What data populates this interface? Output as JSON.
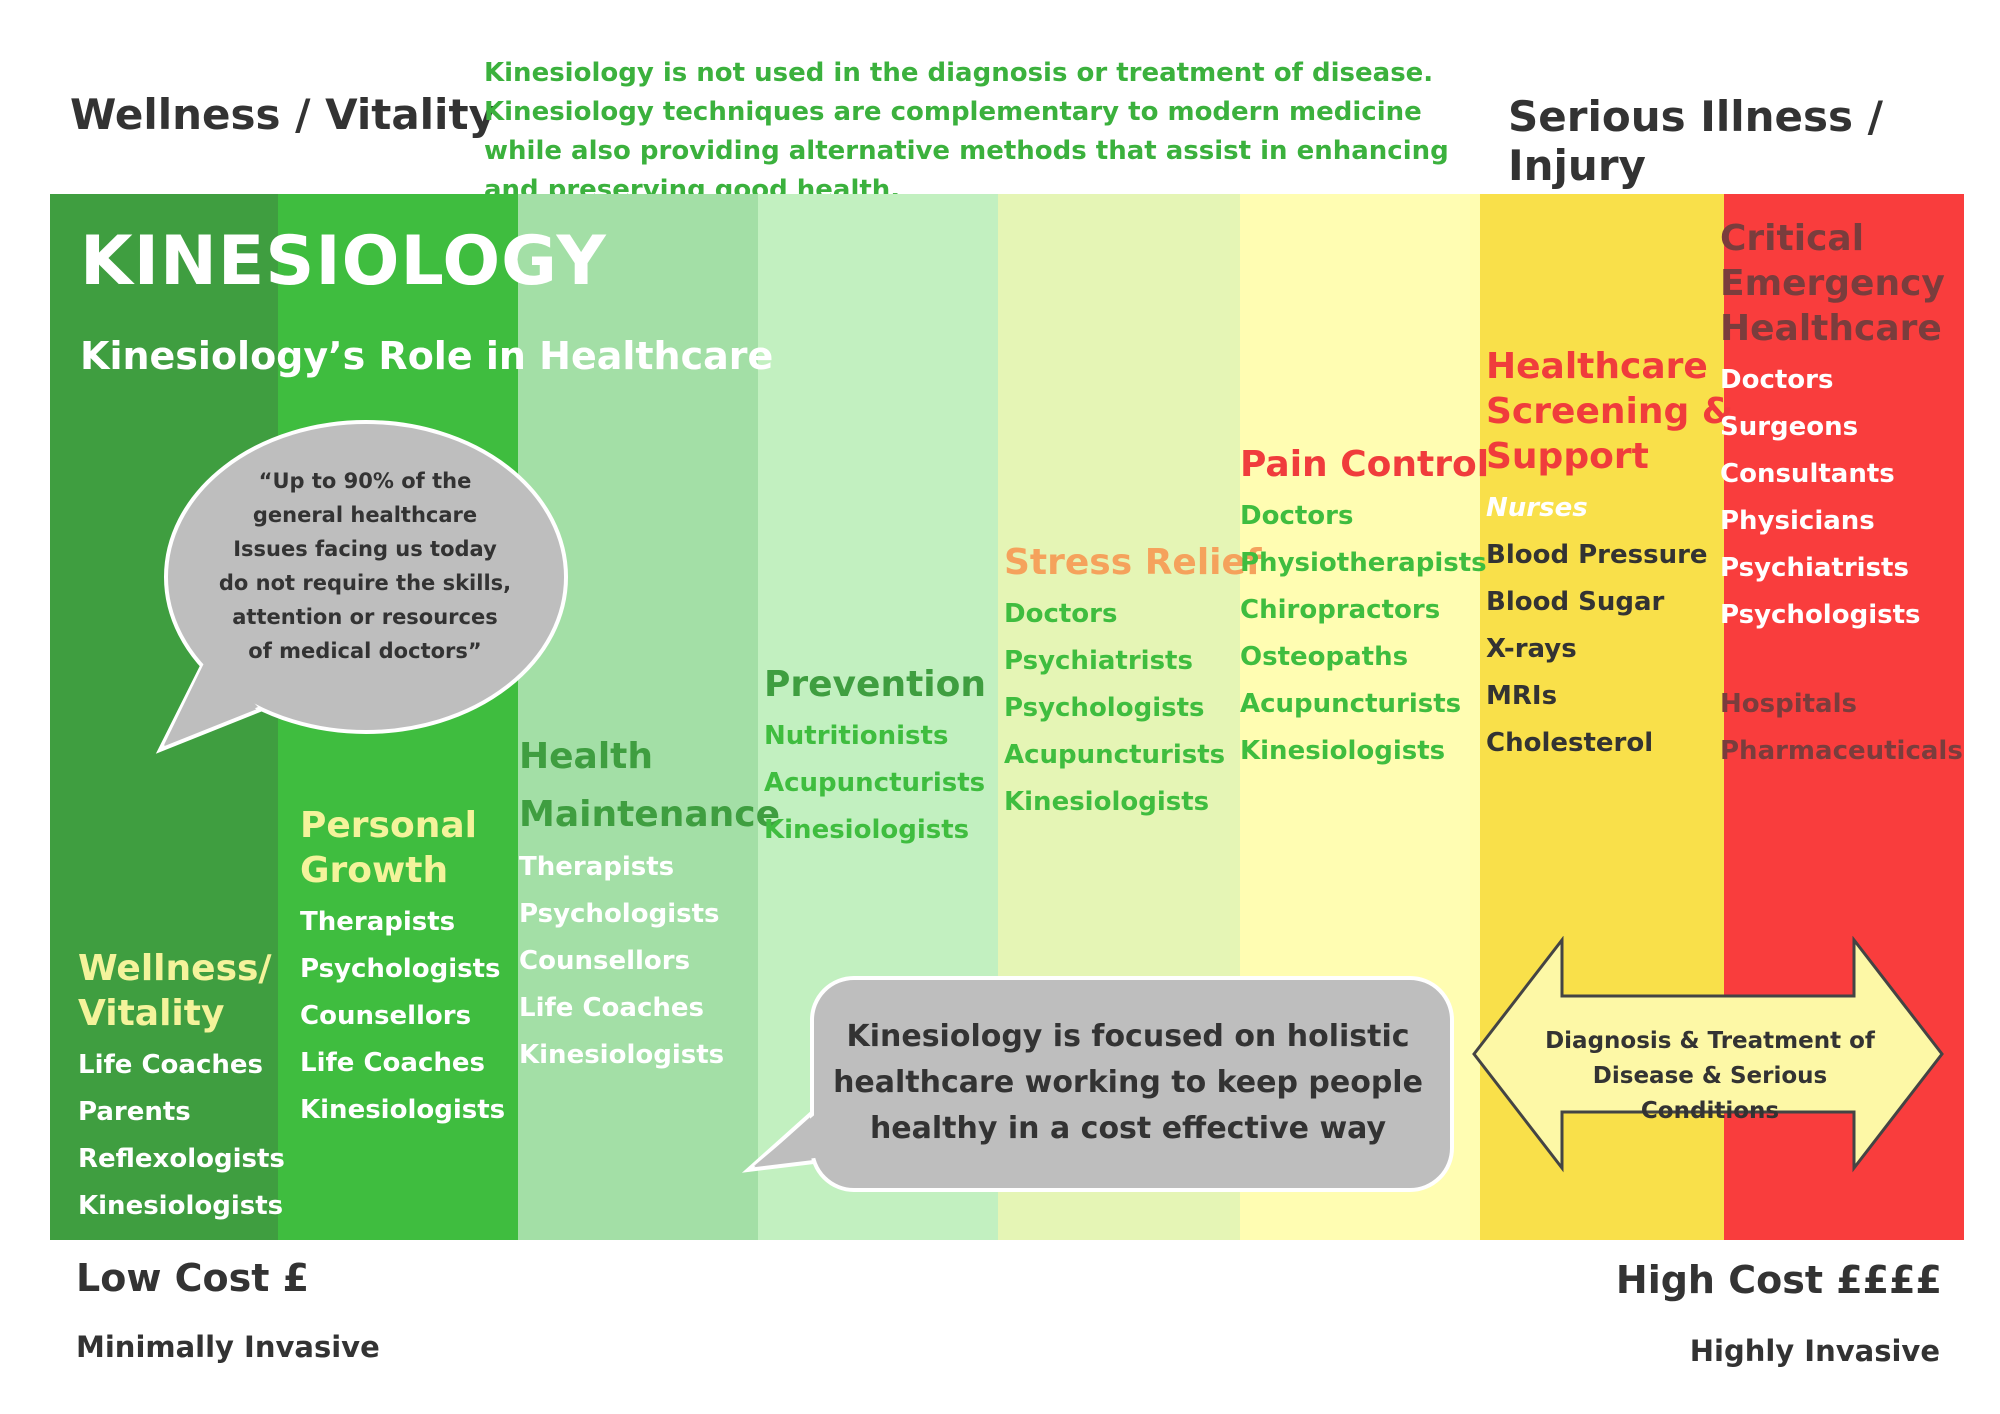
{
  "header": {
    "left_label": "Wellness / Vitality",
    "right_label": "Serious Illness / Injury",
    "note": "Kinesiology is not used in the diagnosis or treatment of disease.  Kinesiology techniques are complementary to modern medicine while also providing alternative methods that assist in enhancing and preserving good health."
  },
  "main": {
    "title": "KINESIOLOGY",
    "subtitle": "Kinesiology’s Role in Healthcare"
  },
  "quote_bubble": {
    "lines": [
      "“Up to 90% of the",
      "general healthcare",
      "Issues facing us today",
      "do not require the skills,",
      "attention or resources",
      "of medical doctors”"
    ]
  },
  "holistic_bubble": {
    "lines": [
      "Kinesiology is focused on holistic",
      "healthcare working to keep people",
      "healthy in a cost effective way"
    ]
  },
  "arrow": {
    "lines": [
      "Diagnosis  & Treatment of",
      "Disease & Serious Conditions"
    ]
  },
  "colors": {
    "band_1": "#3f9e40",
    "band_2": "#3fbd3f",
    "band_3": "#a3dfa6",
    "band_4": "#c2f0c0",
    "band_5": "#e5f5b5",
    "band_6": "#fffdb2",
    "band_7": "#f9e04a",
    "band_8": "#f93d3d",
    "bubble_grey": "#bebebe",
    "arrow_fill": "#fdf8a6"
  },
  "columns": [
    {
      "title_lines": [
        "Wellness/",
        "Vitality"
      ],
      "title_color": "#f4f39b",
      "item_color": "#ffffff",
      "items": [
        "Life Coaches",
        "Parents",
        "Reflexologists",
        "Kinesiologists"
      ]
    },
    {
      "title_lines": [
        "Personal",
        "Growth"
      ],
      "title_color": "#f4f39b",
      "item_color": "#ffffff",
      "items": [
        "Therapists",
        "Psychologists",
        "Counsellors",
        "Life Coaches",
        "Kinesiologists"
      ]
    },
    {
      "title_lines": [
        "Health",
        "Maintenance"
      ],
      "title_color": "#3f9e40",
      "item_color": "#ffffff",
      "items": [
        "Therapists",
        "Psychologists",
        "Counsellors",
        "Life Coaches",
        "Kinesiologists"
      ]
    },
    {
      "title_lines": [
        "Prevention"
      ],
      "title_color": "#3f9e40",
      "item_color": "#3fbd3f",
      "items": [
        "Nutritionists",
        "Acupuncturists",
        "Kinesiologists"
      ]
    },
    {
      "title_lines": [
        "Stress Relief"
      ],
      "title_color": "#f5a25c",
      "item_color": "#3fbd3f",
      "items": [
        "Doctors",
        "Psychiatrists",
        "Psychologists",
        "Acupuncturists",
        "Kinesiologists"
      ]
    },
    {
      "title_lines": [
        "Pain Control"
      ],
      "title_color": "#f03c3c",
      "item_color": "#3fbd3f",
      "items": [
        "Doctors",
        "Physiotherapists",
        "Chiropractors",
        "Osteopaths",
        "Acupuncturists",
        "Kinesiologists"
      ]
    },
    {
      "title_lines": [
        "Healthcare",
        "Screening &",
        "Support"
      ],
      "title_color": "#f03c3c",
      "item_color": "#333333",
      "lead_item": "Nurses",
      "lead_color": "#ffffff",
      "items": [
        "Blood Pressure",
        "Blood Sugar",
        "X-rays",
        "MRIs",
        "Cholesterol"
      ]
    },
    {
      "title_lines": [
        "Critical",
        "Emergency",
        "Healthcare"
      ],
      "title_color": "#7a3d3d",
      "item_color": "#ffffff",
      "items": [
        "Doctors",
        "Surgeons",
        "Consultants",
        "Physicians",
        "Psychiatrists",
        "Psychologists"
      ],
      "extra_color": "#7a3d3d",
      "extra_items": [
        "Hospitals",
        "Pharmaceuticals"
      ]
    }
  ],
  "footer": {
    "low_cost": "Low Cost £",
    "left_sub": "Minimally Invasive",
    "high_cost": "High Cost ££££",
    "right_sub": "Highly Invasive"
  }
}
